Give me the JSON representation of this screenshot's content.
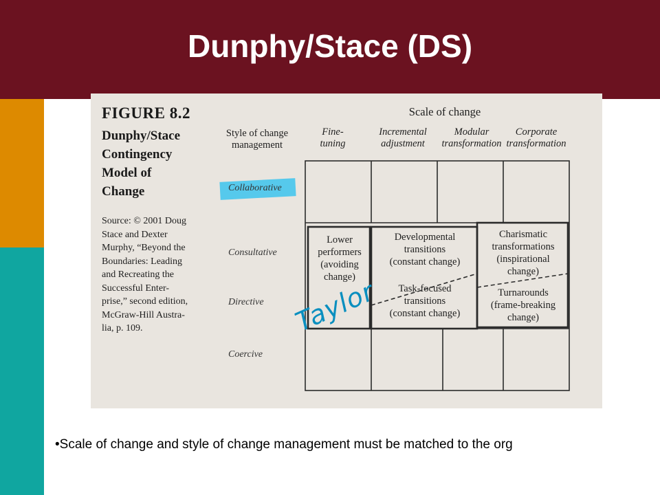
{
  "slide": {
    "title": "Dunphy/Stace (DS)",
    "bullet": "•Scale of change and style of change management must be matched to the org"
  },
  "colors": {
    "header": "#6b1220",
    "side_orange": "#dd8a00",
    "side_teal": "#10a6a0",
    "highlighter": "#3cc4ee",
    "handwriting": "#0a8fbf"
  },
  "figure": {
    "number": "FIGURE 8.2",
    "title_lines": [
      "Dunphy/Stace",
      "Contingency",
      "Model of",
      "Change"
    ],
    "source_lines": [
      "Source: © 2001 Doug",
      "Stace and Dexter",
      "Murphy, “Beyond the",
      "Boundaries: Leading",
      "and Recreating the",
      "Successful Enter-",
      "prise,” second edition,",
      "McGraw-Hill Austra-",
      "lia, p. 109."
    ],
    "axis_top": "Scale of change",
    "axis_left": [
      "Style of change",
      "management"
    ],
    "columns": [
      [
        "Fine-",
        "tuning"
      ],
      [
        "Incremental",
        "adjustment"
      ],
      [
        "Modular",
        "transformation"
      ],
      [
        "Corporate",
        "transformation"
      ]
    ],
    "rows": [
      "Collaborative",
      "Consultative",
      "Directive",
      "Coercive"
    ],
    "cells": {
      "lower_performers": [
        "Lower",
        "performers",
        "(avoiding",
        "change)"
      ],
      "developmental": [
        "Developmental",
        "transitions",
        "(constant change)"
      ],
      "charismatic": [
        "Charismatic",
        "transformations",
        "(inspirational",
        "change)"
      ],
      "task_focused": [
        "Task-focused",
        "transitions",
        "(constant change)"
      ],
      "turnarounds": [
        "Turnarounds",
        "(frame-breaking",
        "change)"
      ]
    },
    "handwriting": "Taylor"
  }
}
